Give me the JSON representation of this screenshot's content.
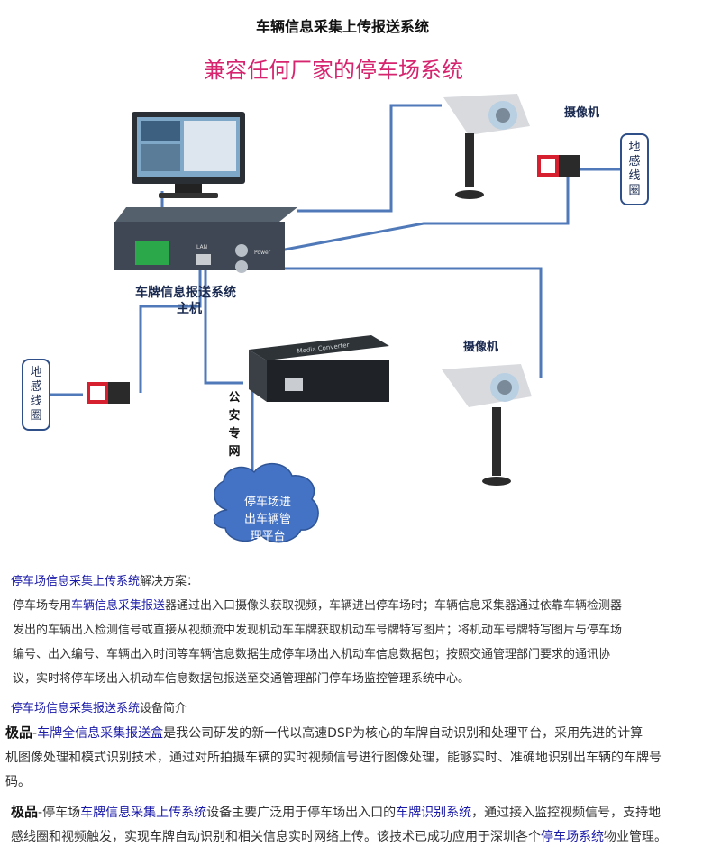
{
  "page_title": "车辆信息采集上传报送系统",
  "diagram": {
    "headline": "兼容任何厂家的停车场系统",
    "camera_top_label": "摄像机",
    "camera_mid_label": "摄像机",
    "host_label_1": "车牌信息报送系统",
    "host_label_2": "主机",
    "loop_right": "地感线圈",
    "loop_left": "地感线圈",
    "network_label": "公安专网",
    "cloud_line1": "停车场进",
    "cloud_line2": "出车辆管",
    "cloud_line3": "理平台",
    "converter_text": "Media Converter",
    "host_port_lan": "LAN",
    "host_port_power": "Power"
  },
  "section1": {
    "title_link": "停车场信息采集上传系统",
    "title_rest": "解决方案：",
    "p_a": "停车场专用",
    "p_link": "车辆信息采集报送",
    "p_b": "器通过出入口摄像头获取视频，车辆进出停车场时；车辆信息采集器通过依靠车辆检测器",
    "line2": "发出的车辆出入检测信号或直接从视频流中发现机动车车牌获取机动车号牌特写图片；将机动车号牌特写图片与停车场",
    "line3": "编号、出入编号、车辆出入时间等车辆信息数据生成停车场出入机动车信息数据包；按照交通管理部门要求的通讯协",
    "line4": "议，实时将停车场出入机动车信息数据包报送至交通管理部门停车场监控管理系统中心。"
  },
  "section2": {
    "title_link": "停车场信息采集报送系统",
    "title_rest": "设备简介",
    "b1_bold": "极品",
    "b1_dash": "-",
    "b1_link": "车牌全信息采集报送盒",
    "b1_rest": "是我公司研发的新一代以高速DSP为核心的车牌自动识别和处理平台，采用先进的计算",
    "b1_line2": "机图像处理和模式识别技术，通过对所拍摄车辆的实时视频信号进行图像处理，能够实时、准确地识别出车辆的车牌号",
    "b1_line3": "码。",
    "b2_bold": "极品",
    "b2_a": "-停车场",
    "b2_link1": "车牌信息采集上传系统",
    "b2_b": "设备主要广泛用于停车场出入口的",
    "b2_link2": "车牌识别系统",
    "b2_c": "，通过接入监控视频信号，支持地",
    "b2_line2a": "感线圈和视频触发，实现车牌自动识别和相关信息实时网络上传。该技术已成功应用于深圳各个",
    "b2_link3": "停车场系统",
    "b2_line2b": "物业管理。"
  },
  "colors": {
    "headline": "#d6246e",
    "link": "#1a1aa8",
    "wire": "#4f79b8",
    "cloud": "#4472c4",
    "loop_border": "#2f4f88"
  }
}
